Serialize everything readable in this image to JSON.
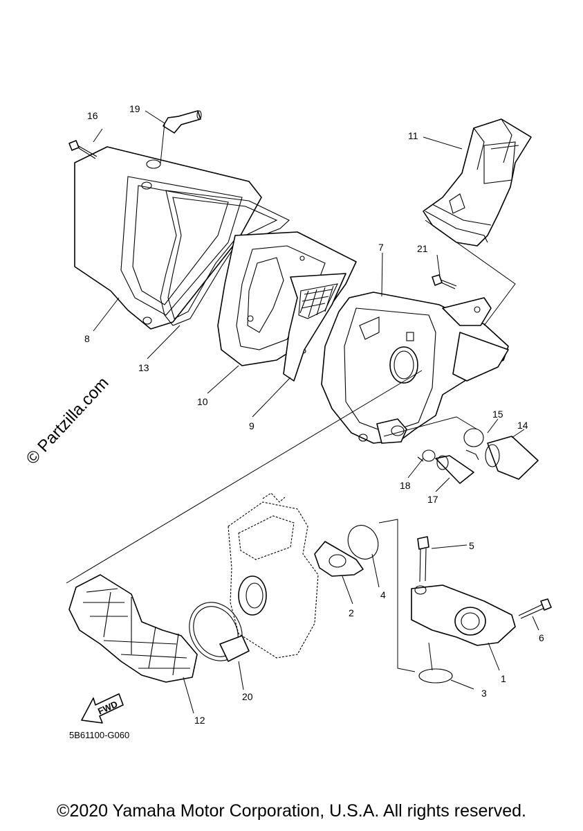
{
  "watermark": "© Partzilla.com",
  "drawing_code": "5B61100-G060",
  "fwd_label": "FWD",
  "copyright": "©2020 Yamaha Motor Corporation, U.S.A. All rights reserved.",
  "callouts": {
    "c1": "1",
    "c2": "2",
    "c3": "3",
    "c4": "4",
    "c5": "5",
    "c6": "6",
    "c7": "7",
    "c8": "8",
    "c9": "9",
    "c10": "10",
    "c11": "11",
    "c12": "12",
    "c13": "13",
    "c14": "14",
    "c15": "15",
    "c16": "16",
    "c17": "17",
    "c18": "18",
    "c19": "19",
    "c20": "20",
    "c21": "21"
  }
}
